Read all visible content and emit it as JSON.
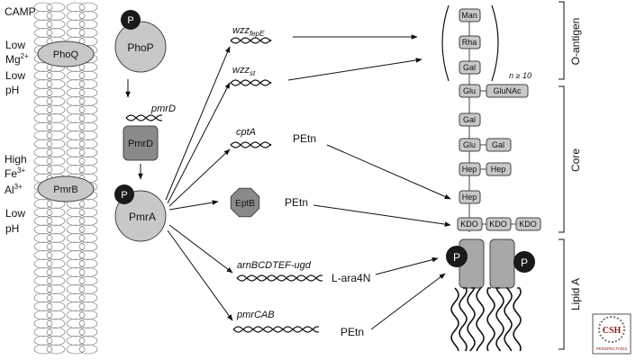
{
  "stimuli": {
    "camp": "CAMP",
    "low_mg_line1": "Low",
    "low_mg_line2": "Mg",
    "low_mg_sup": "2+",
    "low_ph1_line1": "Low",
    "low_ph1_line2": "pH",
    "high_fe_line1": "High",
    "high_fe_line2": "Fe",
    "high_fe_sup": "3+",
    "al_line": "Al",
    "al_sup": "3+",
    "low_ph2_line1": "Low",
    "low_ph2_line2": "pH"
  },
  "proteins": {
    "phoq": "PhoQ",
    "phop": "PhoP",
    "pmrb": "PmrB",
    "pmra": "PmrA",
    "pmrd": "PmrD",
    "eptb": "EptB",
    "phospho": "P"
  },
  "genes": {
    "pmrd": "pmrD",
    "wzz_fepe_base": "wzz",
    "wzz_fepe_sub": "fepE",
    "wzz_st_base": "wzz",
    "wzz_st_sub": "st",
    "cpta": "cptA",
    "arn": "arnBCDTEF-ugd",
    "pmrcab": "pmrCAB"
  },
  "modifications": {
    "petn_cpta": "PEtn",
    "petn_eptb": "PEtn",
    "lara4n": "L-ara4N",
    "petn_pmrcab": "PEtn"
  },
  "lps": {
    "oantigen_sugars": [
      "Man",
      "Rha",
      "Gal"
    ],
    "repeat": "n ≥ 10",
    "core_glu1": "Glu",
    "core_glunac": "GluNAc",
    "core_gal1": "Gal",
    "core_glu2": "Glu",
    "core_gal2": "Gal",
    "core_hep1": "Hep",
    "core_hep2": "Hep",
    "core_hep3": "Hep",
    "kdo": [
      "KDO",
      "KDO",
      "KDO"
    ],
    "label_oantigen": "O-antigen",
    "label_core": "Core",
    "label_lipida": "Lipid A",
    "phospho_a": "P",
    "phospho_b": "P"
  },
  "logo": {
    "text": "CSH",
    "subtext": "PERSPECTIVES"
  }
}
